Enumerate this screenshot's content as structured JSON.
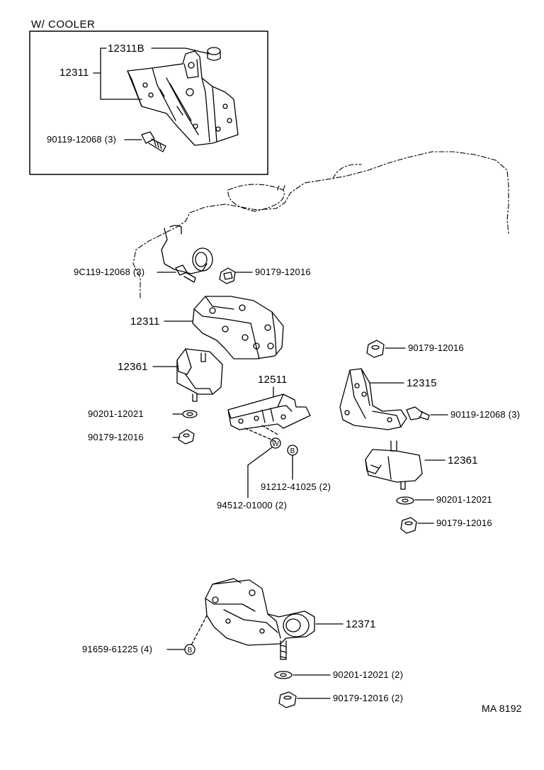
{
  "inset": {
    "title": "W/ COOLER"
  },
  "labels": {
    "p12311B": "12311B",
    "p12311_inset": "12311",
    "p90119_inset": "90119-12068 (3)",
    "p90119_left": "9C119-12068 (3)",
    "p90179_top": "90179-12016",
    "p12311_main": "12311",
    "p12361_left": "12361",
    "p12511": "12511",
    "p90201_left": "90201-12021",
    "p90179_left": "90179-12016",
    "p91212": "91212-41025 (2)",
    "p94512": "94512-01000 (2)",
    "p90179_right_top": "90179-12016",
    "p12315": "12315",
    "p90119_right": "90119-12068 (3)",
    "p12361_right": "12361",
    "p90201_right": "90201-12021",
    "p90179_right": "90179-12016",
    "p12371": "12371",
    "p91659": "91659-61225 (4)",
    "p90201_bottom": "90201-12021 (2)",
    "p90179_bottom": "90179-12016 (2)"
  },
  "markers": {
    "washer": "W",
    "bolt": "B",
    "bolt2": "B"
  },
  "footer": {
    "code": "MA  8192"
  }
}
